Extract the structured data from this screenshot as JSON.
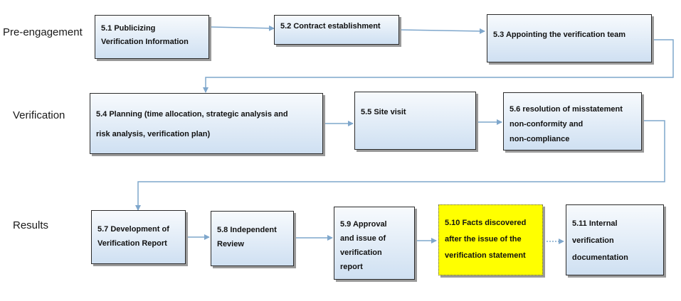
{
  "stages": {
    "pre_engagement": "Pre-engagement",
    "verification": "Verification",
    "results": "Results"
  },
  "steps": {
    "s5_1": "5.1 Publicizing\nVerification Information",
    "s5_2": "5.2 Contract establishment",
    "s5_3": "5.3 Appointing the verification team",
    "s5_4": "5.4 Planning (time allocation, strategic analysis and\n\nrisk analysis, verification plan)",
    "s5_5": "5.5 Site visit",
    "s5_6": "5.6 resolution of misstatement\nnon-conformity and\nnon-compliance",
    "s5_7": "5.7 Development of\nVerification Report",
    "s5_8": "5.8 Independent\nReview",
    "s5_9": "5.9 Approval\nand issue of\nverification\nreport",
    "s5_10": "5.10 Facts discovered\nafter the issue of the\nverification statement",
    "s5_11": "5.11 Internal\nverification\ndocumentation"
  },
  "colors": {
    "box_gradient_top": "#f7fafd",
    "box_gradient_bottom": "#cfe0f2",
    "highlight": "#ffff00",
    "connector": "#7fa7cc"
  }
}
